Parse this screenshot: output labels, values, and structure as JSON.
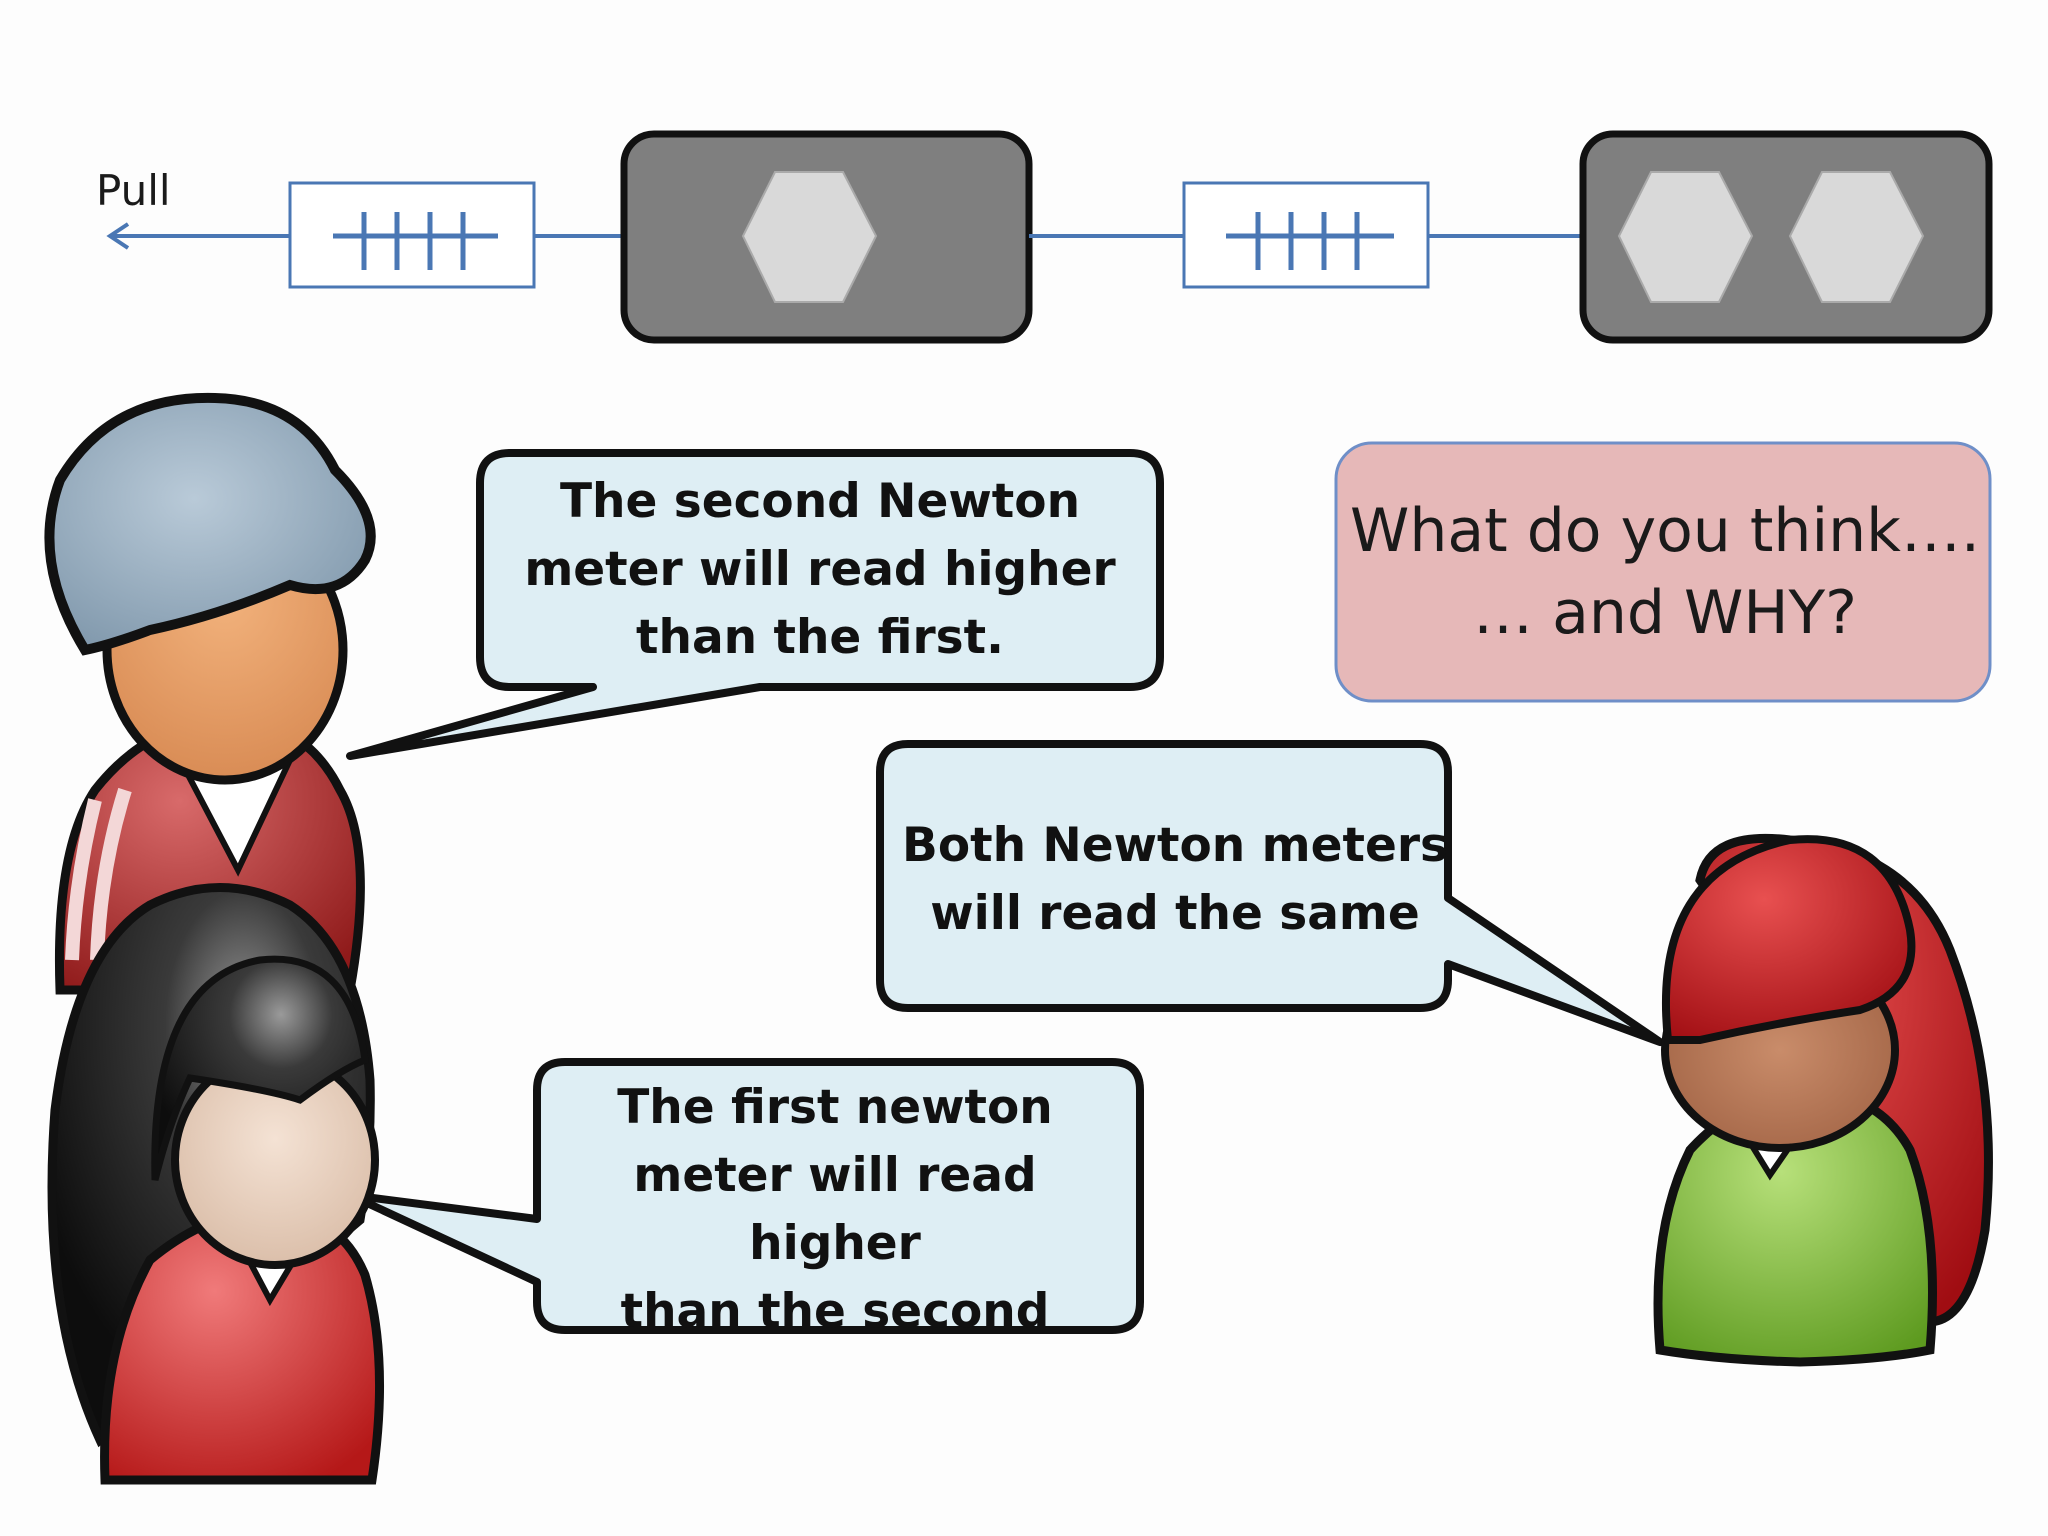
{
  "diagram": {
    "pull_label": "Pull",
    "question": "What do you think….\n… and WHY?",
    "speech_bubbles": {
      "boy": "The second Newton\nmeter will read higher\nthan the first.",
      "girl_right": "Both Newton meters\nwill read the same",
      "girl_left": "The first newton\nmeter will read higher\nthan the second"
    }
  },
  "colors": {
    "rope": "#4a77b4",
    "block_fill": "#7f7f7f",
    "hexagon_fill": "#d9d9d9",
    "bubble_fill": "#deeef4",
    "question_fill": "#e6b8b8",
    "question_border": "#6f8fc8",
    "boy_cap": "#8ea7bb",
    "boy_skin": "#e8a06a",
    "boy_shirt": "#b52a2a",
    "girl_left_hair": "#2a2a2a",
    "girl_left_shirt": "#d62c2c",
    "girl_right_hair": "#c0161c",
    "girl_right_shirt": "#7dbb35",
    "girl_right_skin": "#b87a5a"
  }
}
